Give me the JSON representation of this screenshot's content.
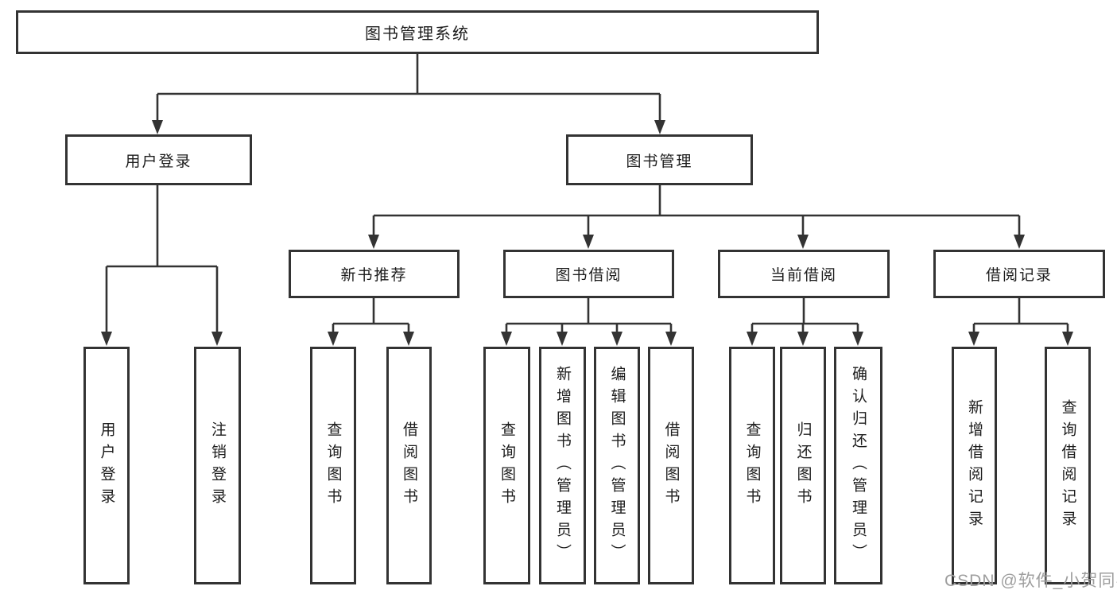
{
  "diagram": {
    "root_label": "图书管理系统",
    "branches": [
      {
        "label": "用户登录",
        "children": [
          {
            "label": "用户登录"
          },
          {
            "label": "注销登录"
          }
        ]
      },
      {
        "label": "图书管理",
        "sections": [
          {
            "label": "新书推荐",
            "children": [
              {
                "label": "查询图书"
              },
              {
                "label": "借阅图书"
              }
            ]
          },
          {
            "label": "图书借阅",
            "children": [
              {
                "label": "查询图书"
              },
              {
                "label": "新增图书（管理员）"
              },
              {
                "label": "编辑图书（管理员）"
              },
              {
                "label": "借阅图书"
              }
            ]
          },
          {
            "label": "当前借阅",
            "children": [
              {
                "label": "查询图书"
              },
              {
                "label": "归还图书"
              },
              {
                "label": "确认归还（管理员）"
              }
            ]
          },
          {
            "label": "借阅记录",
            "children": [
              {
                "label": "新增借阅记录"
              },
              {
                "label": "查询借阅记录"
              }
            ]
          }
        ]
      }
    ]
  },
  "watermark": {
    "text": "CSDN @软件_小贺同学"
  },
  "colors": {
    "line": "#333333",
    "text": "#1c1c1c",
    "watermark": "#9e9e9e",
    "background": "#ffffff"
  }
}
